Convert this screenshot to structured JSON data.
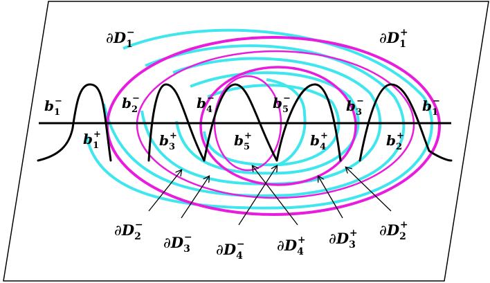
{
  "colors": {
    "stroke_black": "#000000",
    "cyan": "#3fe6ee",
    "magenta": "#e81cdd",
    "background": "#ffffff"
  },
  "labels": {
    "D1_minus": {
      "sym": "∂",
      "name": "D",
      "sub": "1",
      "sup": "−"
    },
    "D1_plus": {
      "sym": "∂",
      "name": "D",
      "sub": "1",
      "sup": "+"
    },
    "D2_minus": {
      "sym": "∂",
      "name": "D",
      "sub": "2",
      "sup": "−"
    },
    "D3_minus": {
      "sym": "∂",
      "name": "D",
      "sub": "3",
      "sup": "−"
    },
    "D4_minus": {
      "sym": "∂",
      "name": "D",
      "sub": "4",
      "sup": "−"
    },
    "D4_plus": {
      "sym": "∂",
      "name": "D",
      "sub": "4",
      "sup": "+"
    },
    "D3_plus": {
      "sym": "∂",
      "name": "D",
      "sub": "3",
      "sup": "+"
    },
    "D2_plus": {
      "sym": "∂",
      "name": "D",
      "sub": "2",
      "sup": "+"
    },
    "b1_minus_left": {
      "name": "b",
      "sub": "1",
      "sup": "−"
    },
    "b2_minus": {
      "name": "b",
      "sub": "2",
      "sup": "−"
    },
    "b4_minus": {
      "name": "b",
      "sub": "4",
      "sup": "−"
    },
    "b5_minus": {
      "name": "b",
      "sub": "5",
      "sup": "−"
    },
    "b3_minus": {
      "name": "b",
      "sub": "3",
      "sup": "−"
    },
    "b1_minus_right": {
      "name": "b",
      "sub": "1",
      "sup": "−"
    },
    "b1_plus": {
      "name": "b",
      "sub": "1",
      "sup": "+"
    },
    "b3_plus": {
      "name": "b",
      "sub": "3",
      "sup": "+"
    },
    "b5_plus": {
      "name": "b",
      "sub": "5",
      "sup": "+"
    },
    "b4_plus": {
      "name": "b",
      "sub": "4",
      "sup": "+"
    },
    "b2_plus": {
      "name": "b",
      "sub": "2",
      "sup": "+"
    }
  }
}
